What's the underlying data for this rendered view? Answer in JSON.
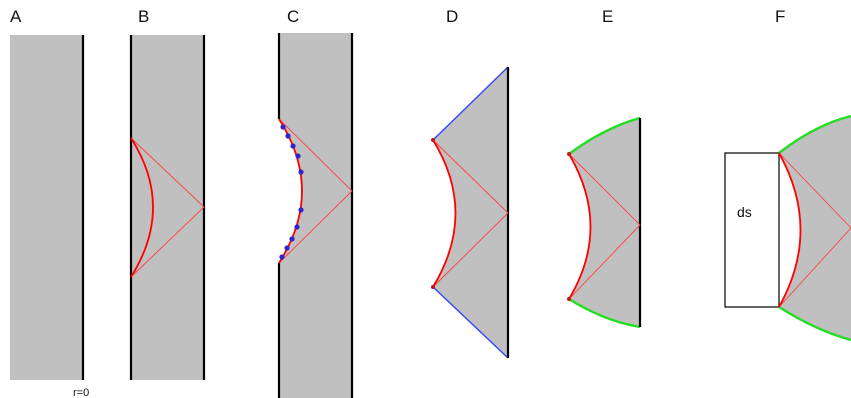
{
  "panels": [
    {
      "label": "A"
    },
    {
      "label": "B"
    },
    {
      "label": "C"
    },
    {
      "label": "D"
    },
    {
      "label": "E"
    },
    {
      "label": "F"
    }
  ],
  "annotations": {
    "origin_label": "r=0",
    "region_label": "ds"
  },
  "colors": {
    "region_fill": "#c0c0c0",
    "curve": "#ff0000",
    "light_line": "#ff4040",
    "edge_blue": "#3344ff",
    "edge_green": "#22dd22",
    "marker": "#3322cc"
  }
}
